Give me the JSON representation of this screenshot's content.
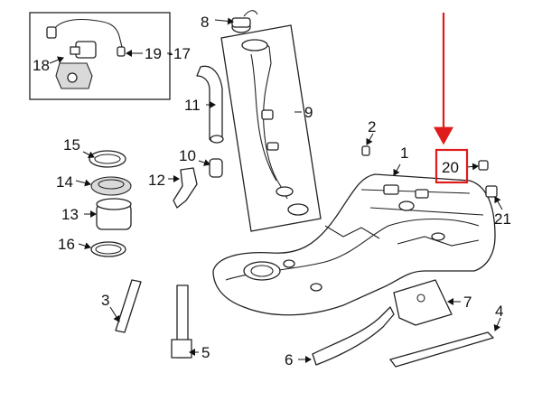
{
  "diagram": {
    "callouts": {
      "c1": "1",
      "c2": "2",
      "c3": "3",
      "c4": "4",
      "c5": "5",
      "c6": "6",
      "c7": "7",
      "c8": "8",
      "c9": "9",
      "c10": "10",
      "c11": "11",
      "c12": "12",
      "c13": "13",
      "c14": "14",
      "c15": "15",
      "c16": "16",
      "c17": "17",
      "c18": "18",
      "c19": "19",
      "c20": "20",
      "c21": "21"
    },
    "highlight": {
      "callout": "20",
      "color": "#e01b1b"
    },
    "line_color": "#222222"
  }
}
